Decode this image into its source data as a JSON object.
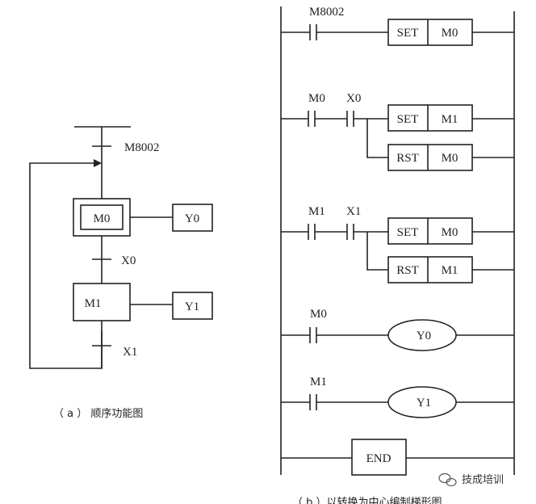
{
  "sfc": {
    "init_transition": "M8002",
    "step0": "M0",
    "step0_output": "Y0",
    "transition1": "X0",
    "step1": "M1",
    "step1_output": "Y1",
    "transition2": "X1",
    "caption_a": "（ a ） 顺序功能图"
  },
  "ladder": {
    "rung1": {
      "contact": "M8002",
      "set_label": "SET",
      "set_operand": "M0"
    },
    "rung2": {
      "contact1": "M0",
      "contact2": "X0",
      "set_label": "SET",
      "set_operand": "M1",
      "rst_label": "RST",
      "rst_operand": "M0"
    },
    "rung3": {
      "contact1": "M1",
      "contact2": "X1",
      "set_label": "SET",
      "set_operand": "M0",
      "rst_label": "RST",
      "rst_operand": "M1"
    },
    "rung4": {
      "contact": "M0",
      "coil": "Y0"
    },
    "rung5": {
      "contact": "M1",
      "coil": "Y1"
    },
    "end_label": "END",
    "caption_b": "（ b ）以转换为中心编制梯形图"
  },
  "watermark": {
    "text": "技成培训",
    "icon": "wechat-icon"
  }
}
